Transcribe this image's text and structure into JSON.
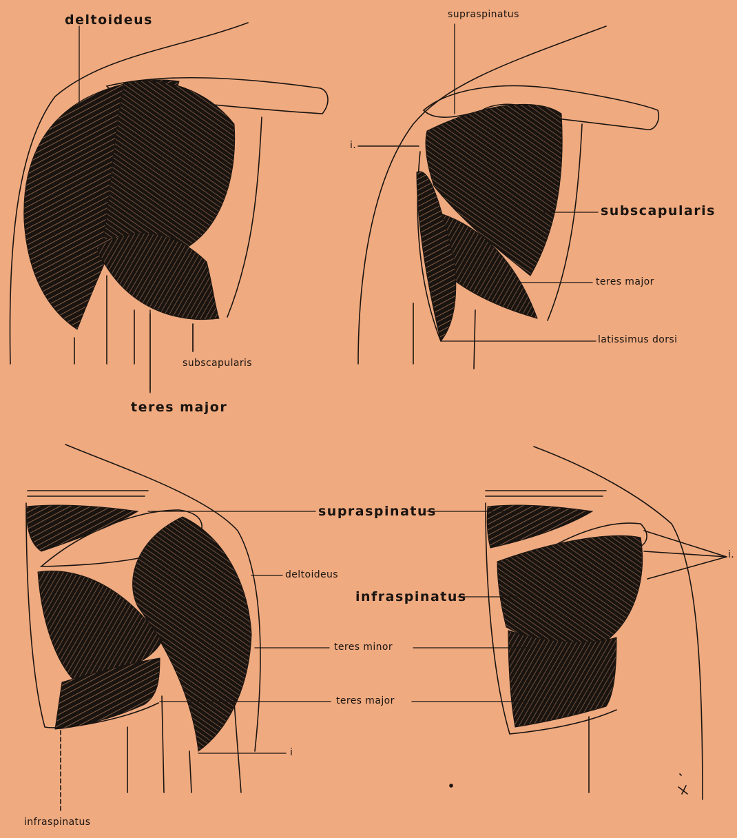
{
  "colors": {
    "background": "#EFAA80",
    "ink": "#1a1410"
  },
  "figures": [
    {
      "id": "anterior-superficial",
      "labels": {
        "deltoideus": "deltoideus",
        "teres_major": "teres major",
        "subscapularis": "subscapularis"
      }
    },
    {
      "id": "anterior-deep",
      "labels": {
        "supraspinatus": "supraspinatus",
        "insertion": "i.",
        "subscapularis": "subscapularis",
        "teres_major": "teres major",
        "latissimus_dorsi": "latissimus dorsi"
      }
    },
    {
      "id": "posterior-superficial",
      "labels": {
        "supraspinatus": "supraspinatus",
        "deltoideus": "deltoideus",
        "teres_minor": "teres minor",
        "teres_major": "teres major",
        "insertion": "i",
        "infraspinatus": "infraspinatus"
      }
    },
    {
      "id": "posterior-deep",
      "labels": {
        "insertion": "i.",
        "infraspinatus": "infraspinatus"
      }
    }
  ]
}
